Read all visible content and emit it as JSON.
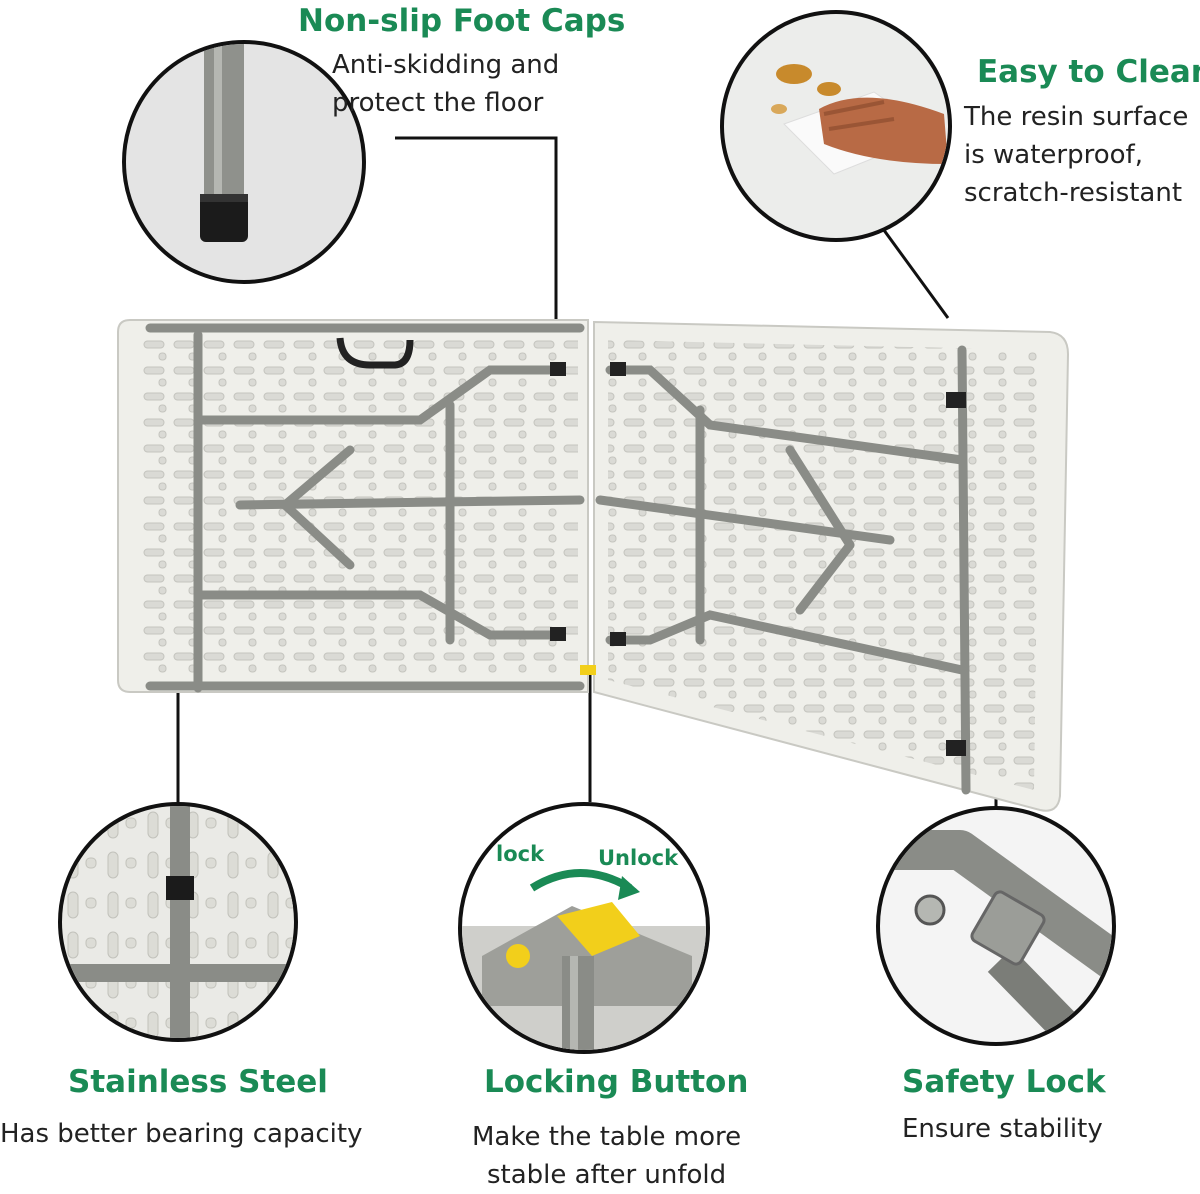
{
  "features": {
    "foot_caps": {
      "title": "Non-slip Foot Caps",
      "desc": "Anti-skidding and\nprotect the  floor"
    },
    "easy_clean": {
      "title": "Easy to Clean",
      "desc": "The resin surface\n is waterproof,\nscratch-resistant"
    },
    "stainless_steel": {
      "title": "Stainless Steel",
      "desc": "Has better bearing capacity"
    },
    "locking_button": {
      "title": "Locking Button",
      "desc": "Make the table more\nstable after unfold",
      "lock_label": "lock",
      "unlock_label": "Unlock"
    },
    "safety_lock": {
      "title": "Safety Lock",
      "desc": "Ensure stability"
    }
  },
  "colors": {
    "accent_green": "#1a8a55",
    "lock_yellow": "#f2cf1b",
    "frame_gray": "#8a8c87",
    "table_white": "#f2f2ee"
  }
}
